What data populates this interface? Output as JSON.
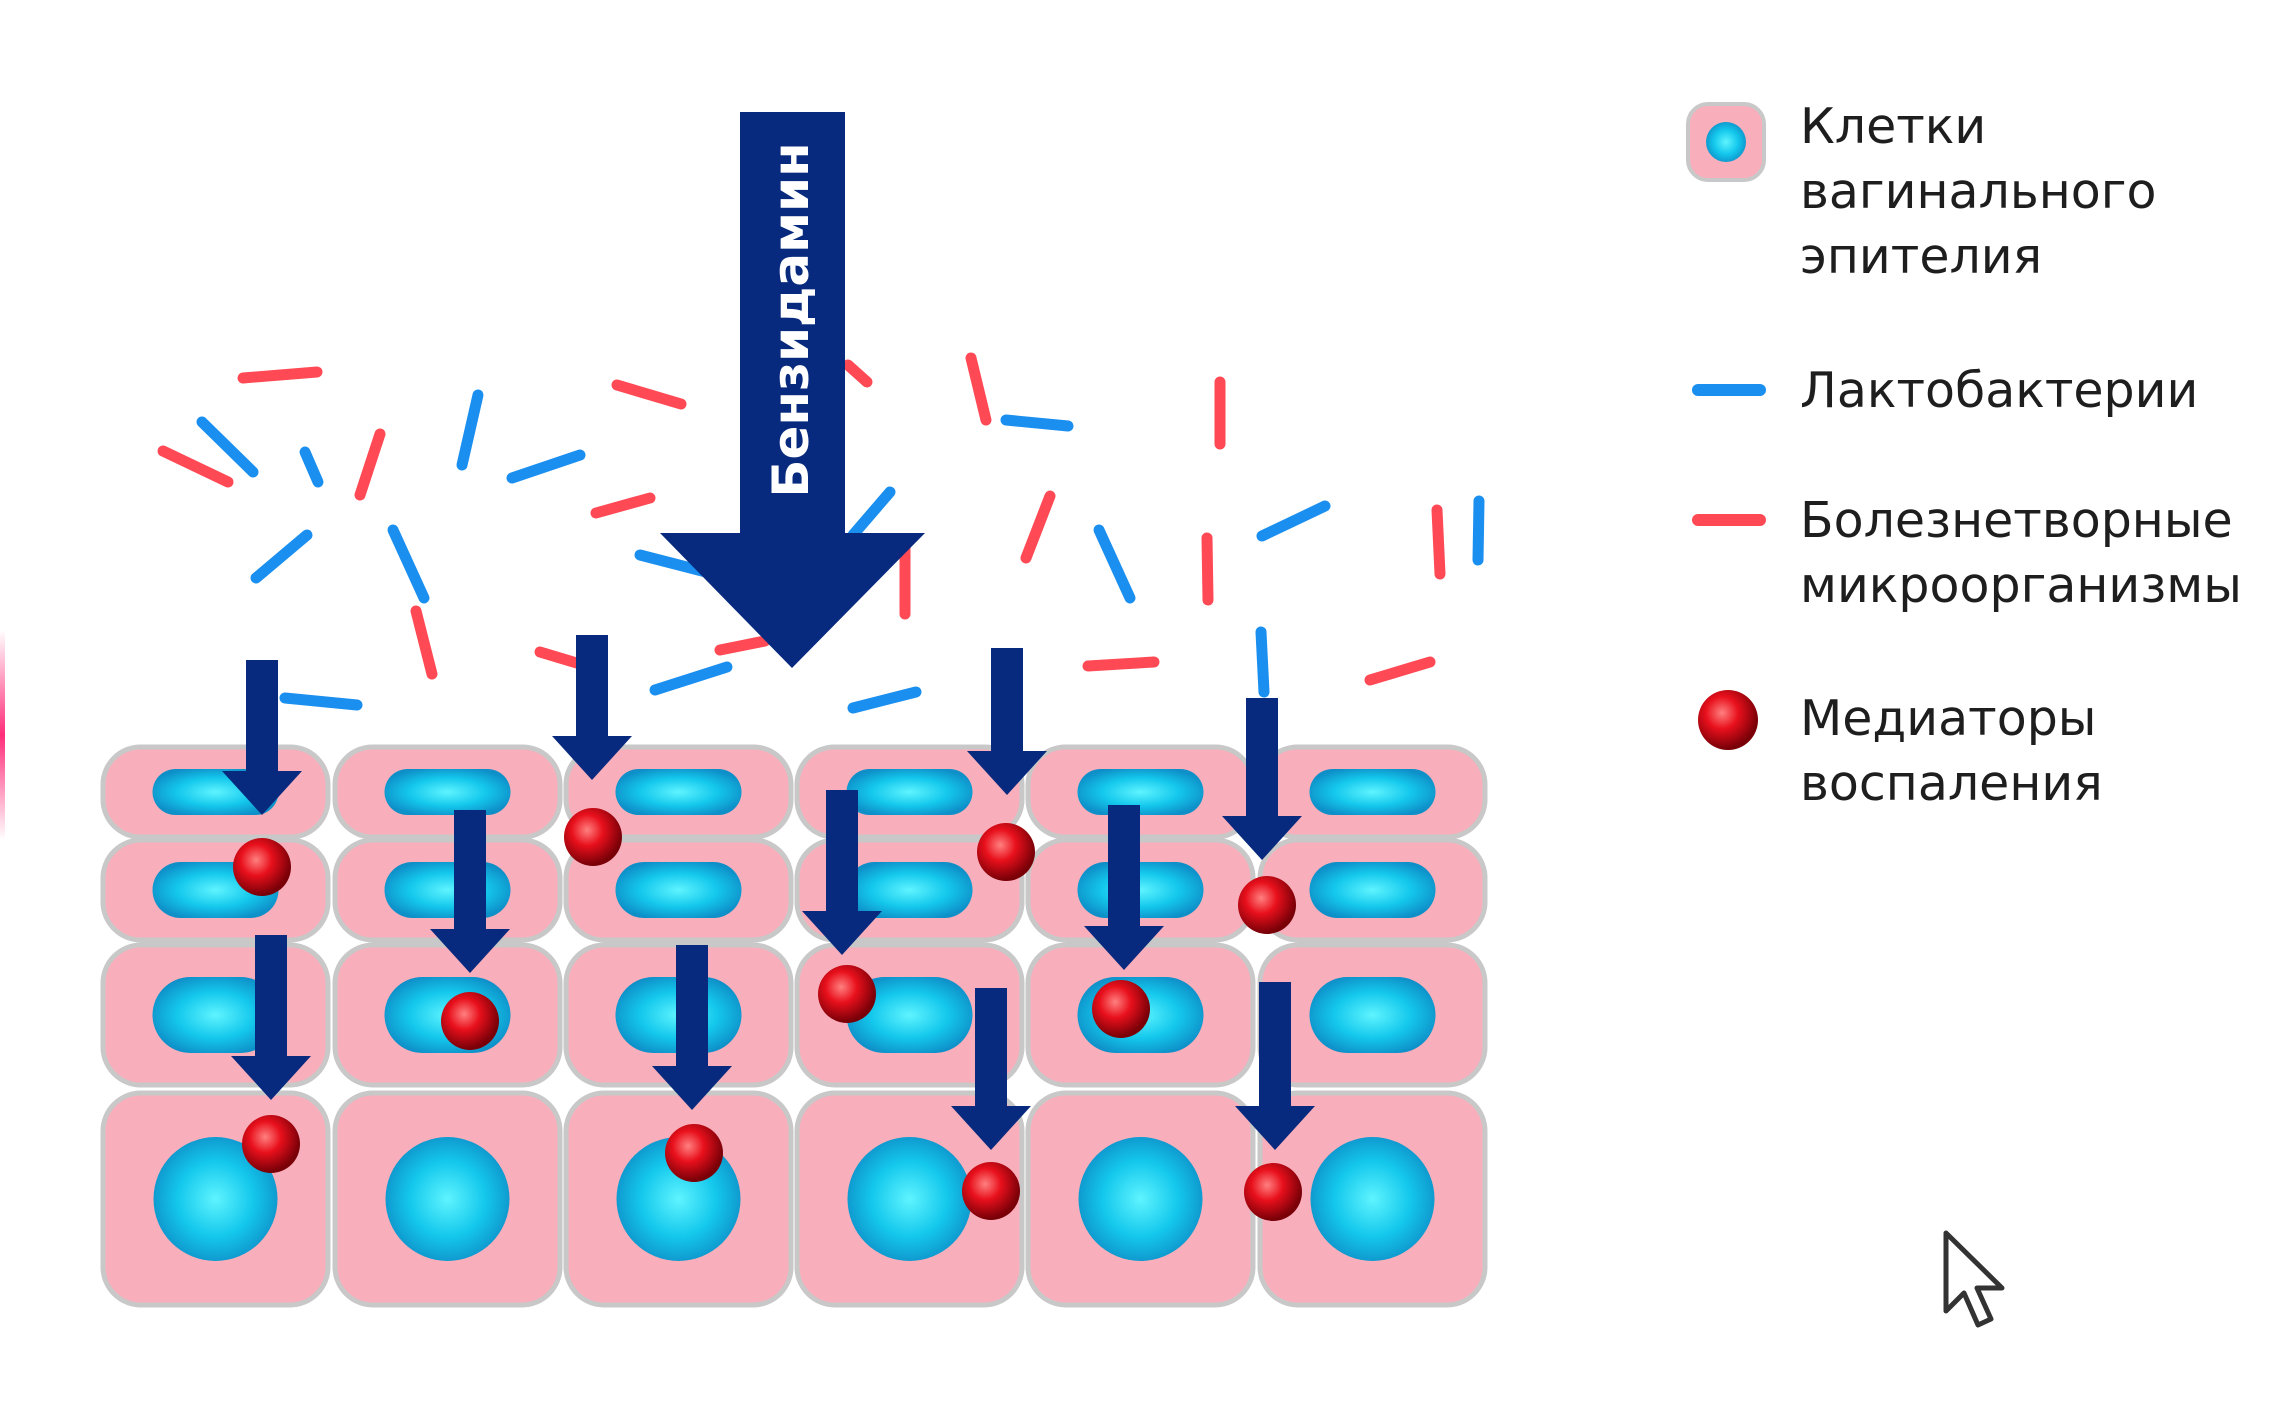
{
  "drug": {
    "label": "Бензидамин"
  },
  "legend": {
    "epithelial_cells": {
      "lines": [
        "Клетки",
        "вагинального",
        "эпителия"
      ]
    },
    "lactobacteria": {
      "lines": [
        "Лактобактерии"
      ]
    },
    "pathogens": {
      "lines": [
        "Болезнетворные",
        "микроорганизмы"
      ]
    },
    "mediators": {
      "lines": [
        "Медиаторы",
        "воспаления"
      ]
    }
  },
  "colors": {
    "cell_fill": "#f9aebb",
    "cell_border": "#c8c8c8",
    "nucleus": "#14c8ec",
    "lactobacteria": "#1a8ff0",
    "pathogen": "#ff4a55",
    "mediator": "#e0101e",
    "arrow": "#072a7e",
    "accent_edge": "#ff2d7a"
  },
  "icons": [
    "cursor-pointer-icon"
  ]
}
